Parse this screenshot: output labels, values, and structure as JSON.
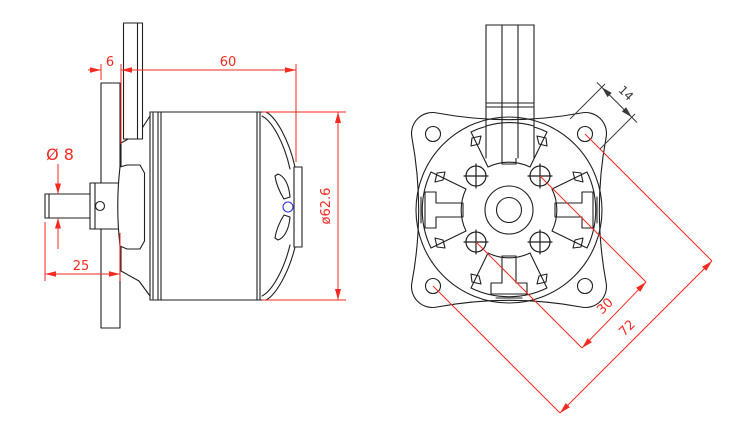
{
  "drawing": {
    "side_view": {
      "labels": {
        "mount_plate_thickness": "6",
        "body_length": "60",
        "shaft_diameter": "Ø 8",
        "shaft_length": "25",
        "body_diameter": "ø62.6"
      }
    },
    "front_view": {
      "labels": {
        "ear_width": "14",
        "screw_hole_spacing": "30",
        "mount_hole_spacing": "72"
      }
    },
    "colors": {
      "linework": "#1f1f1f",
      "dimension_red": "#f42a20",
      "detail_blue": "#2a35d8",
      "background": "#ffffff"
    }
  }
}
